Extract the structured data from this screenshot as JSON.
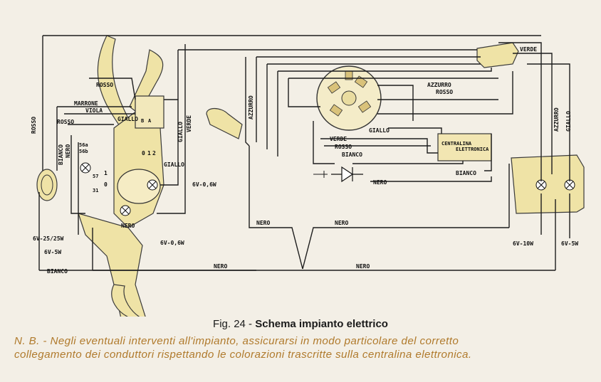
{
  "figure": {
    "number": "Fig. 24",
    "separator": " - ",
    "title": "Schema impianto elettrico"
  },
  "note": {
    "prefix": "N. B. -",
    "line1": "Negli eventuali interventi all'impianto, assicurarsi in modo particolare del corretto",
    "line2": "collegamento dei conduttori rispettando le colorazioni trascritte sulla centralina elettronica."
  },
  "wire_labels": {
    "rosso_top": "ROSSO",
    "marrone": "MARRONE",
    "viola": "VIOLA",
    "rosso_left": "ROSSO",
    "rosso_left2": "ROSSO",
    "giallo_sw": "GIALLO",
    "nero_left": "NERO",
    "bianco_left": "BIANCO",
    "giallo_mid": "GIALLO",
    "verde_mid": "VERDE",
    "azzurro_mid": "AZZURRO",
    "giallo_speedo": "GIALLO",
    "nero_speedo": "NERO",
    "giallo_stator": "GIALLO",
    "verde_stator": "VERDE",
    "rosso_stator": "ROSSO",
    "bianco_stator": "BIANCO",
    "azzurro_right": "AZZURRO",
    "rosso_right": "ROSSO",
    "verde_right": "VERDE",
    "azzurro_vert": "AZZURRO",
    "giallo_vert": "GIALLO",
    "nero_center": "NERO",
    "nero_mid1": "NERO",
    "nero_mid2": "NERO",
    "nero_bottom1": "NERO",
    "nero_bottom2": "NERO",
    "bianco_bottom": "BIANCO",
    "bianco_cdi": "BIANCO"
  },
  "switch_labels": {
    "pos0": "0",
    "pos1": "1",
    "pos2": "2",
    "term_56a": "56a",
    "term_56b": "56b",
    "term_57": "57",
    "term_31": "31",
    "speedo_1": "1",
    "speedo_0": "0",
    "b": "B",
    "a": "A"
  },
  "bulb_ratings": {
    "headlamp": "6V-25/25W",
    "pilot": "6V-5W",
    "speedo_bulb": "6V-0,6W",
    "speedo_bulb2": "6V-0,6W",
    "stop": "6V-10W",
    "tail": "6V-5W"
  },
  "components": {
    "cdi_line1": "CENTRALINA",
    "cdi_line2": "ELETTRONICA"
  }
}
